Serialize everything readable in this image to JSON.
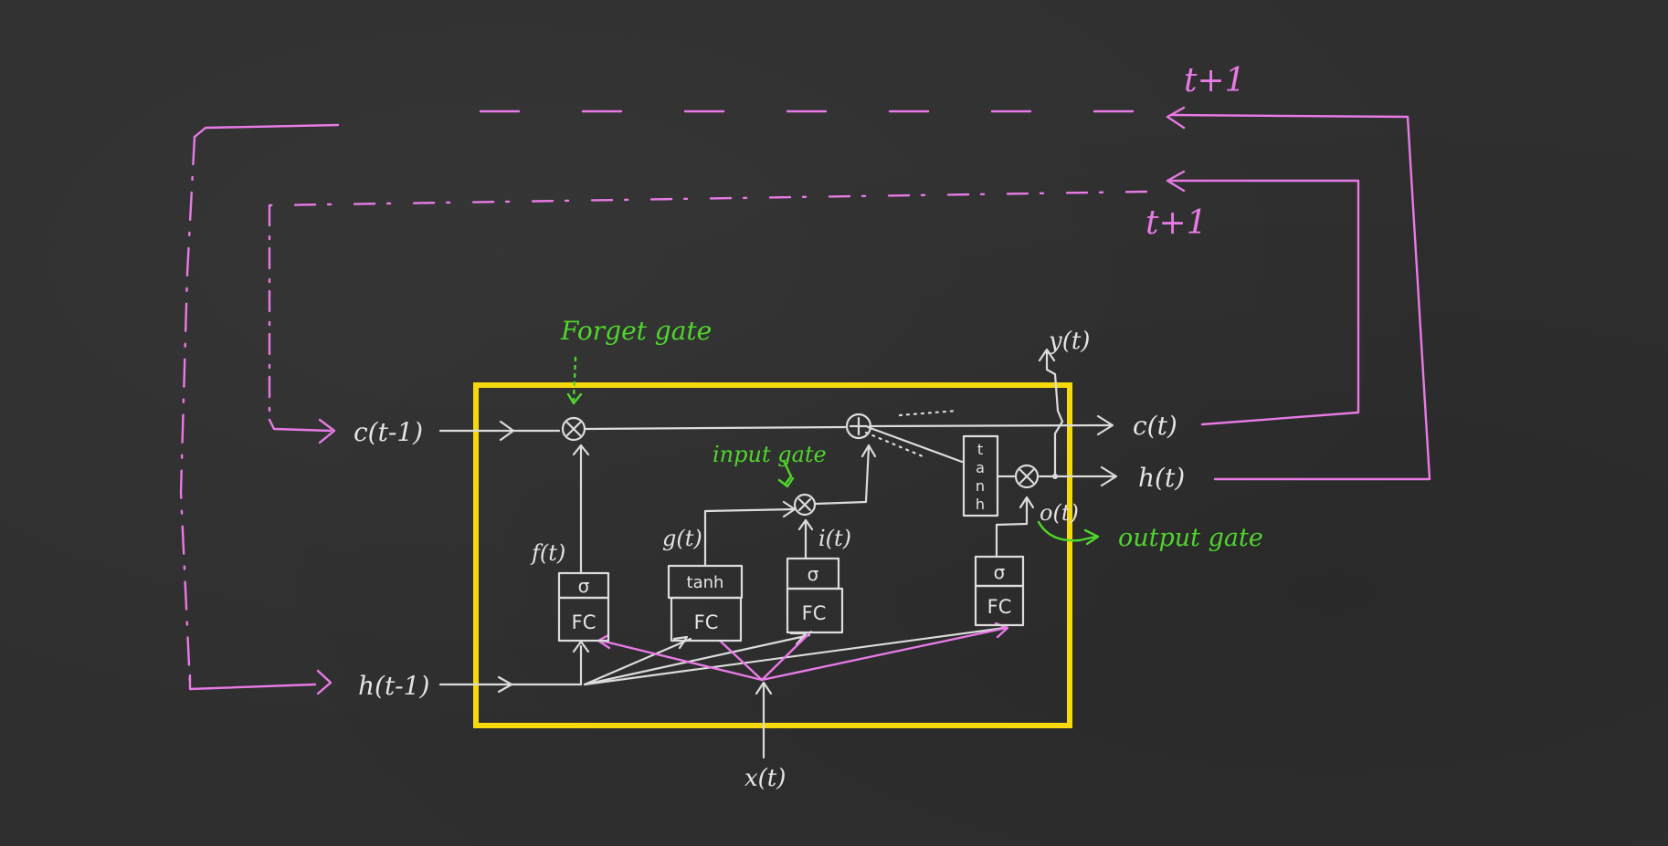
{
  "labels": {
    "c_prev": "c(t-1)",
    "h_prev": "h(t-1)",
    "c_next": "c(t)",
    "h_next": "h(t)",
    "y_out": "y(t)",
    "x_in": "x(t)",
    "f_t": "f(t)",
    "g_t": "g(t)",
    "i_t": "i(t)",
    "o_t": "o(t)",
    "loop_top": "t+1",
    "loop_inner": "t+1"
  },
  "annotations": {
    "forget_gate": "Forget gate",
    "input_gate": "input gate",
    "output_gate": "output gate"
  },
  "blocks": {
    "sigma": "σ",
    "fc": "FC",
    "tanh_small": "tanh",
    "tanh_col": [
      "t",
      "a",
      "n",
      "h"
    ]
  },
  "operators": {
    "multiply": "×",
    "add": "+"
  },
  "colors": {
    "background": "#2f2f2f",
    "chalk": "#dcdcdc",
    "pink": "#e87ae6",
    "green": "#4fd62c",
    "yellow": "#f5d90a"
  }
}
